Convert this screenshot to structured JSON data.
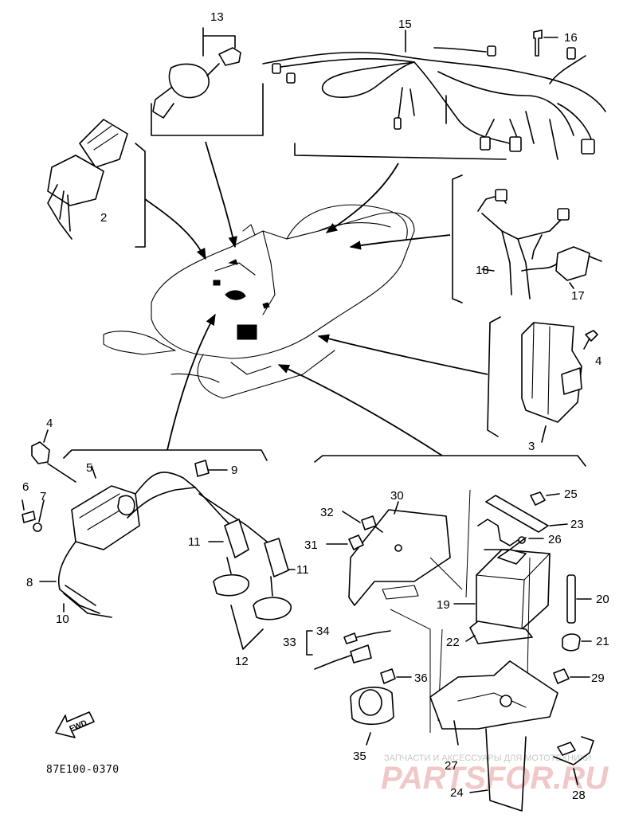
{
  "labels": {
    "p2": "2",
    "p3": "3",
    "p4a": "4",
    "p4b": "4",
    "p5": "5",
    "p6": "6",
    "p7": "7",
    "p8": "8",
    "p9": "9",
    "p10": "10",
    "p11a": "11",
    "p11b": "11",
    "p12": "12",
    "p13": "13",
    "p15": "15",
    "p16": "16",
    "p17": "17",
    "p18": "18",
    "p19": "19",
    "p20": "20",
    "p21": "21",
    "p22": "22",
    "p23": "23",
    "p24": "24",
    "p25": "25",
    "p26": "26",
    "p27": "27",
    "p28": "28",
    "p29": "29",
    "p30": "30",
    "p31": "31",
    "p32": "32",
    "p33": "33",
    "p34": "34",
    "p35": "35",
    "p36": "36"
  },
  "fwd_label": "FWD",
  "diagram_code": "87E100-0370",
  "watermark": {
    "top_text": "ЗАПЧАСТИ И АКСЕССУАРЫ ДЛЯ МОТОТЕХНИКИ",
    "logo_text": "PARTSFOR.RU",
    "color": "#f0c8c8"
  }
}
